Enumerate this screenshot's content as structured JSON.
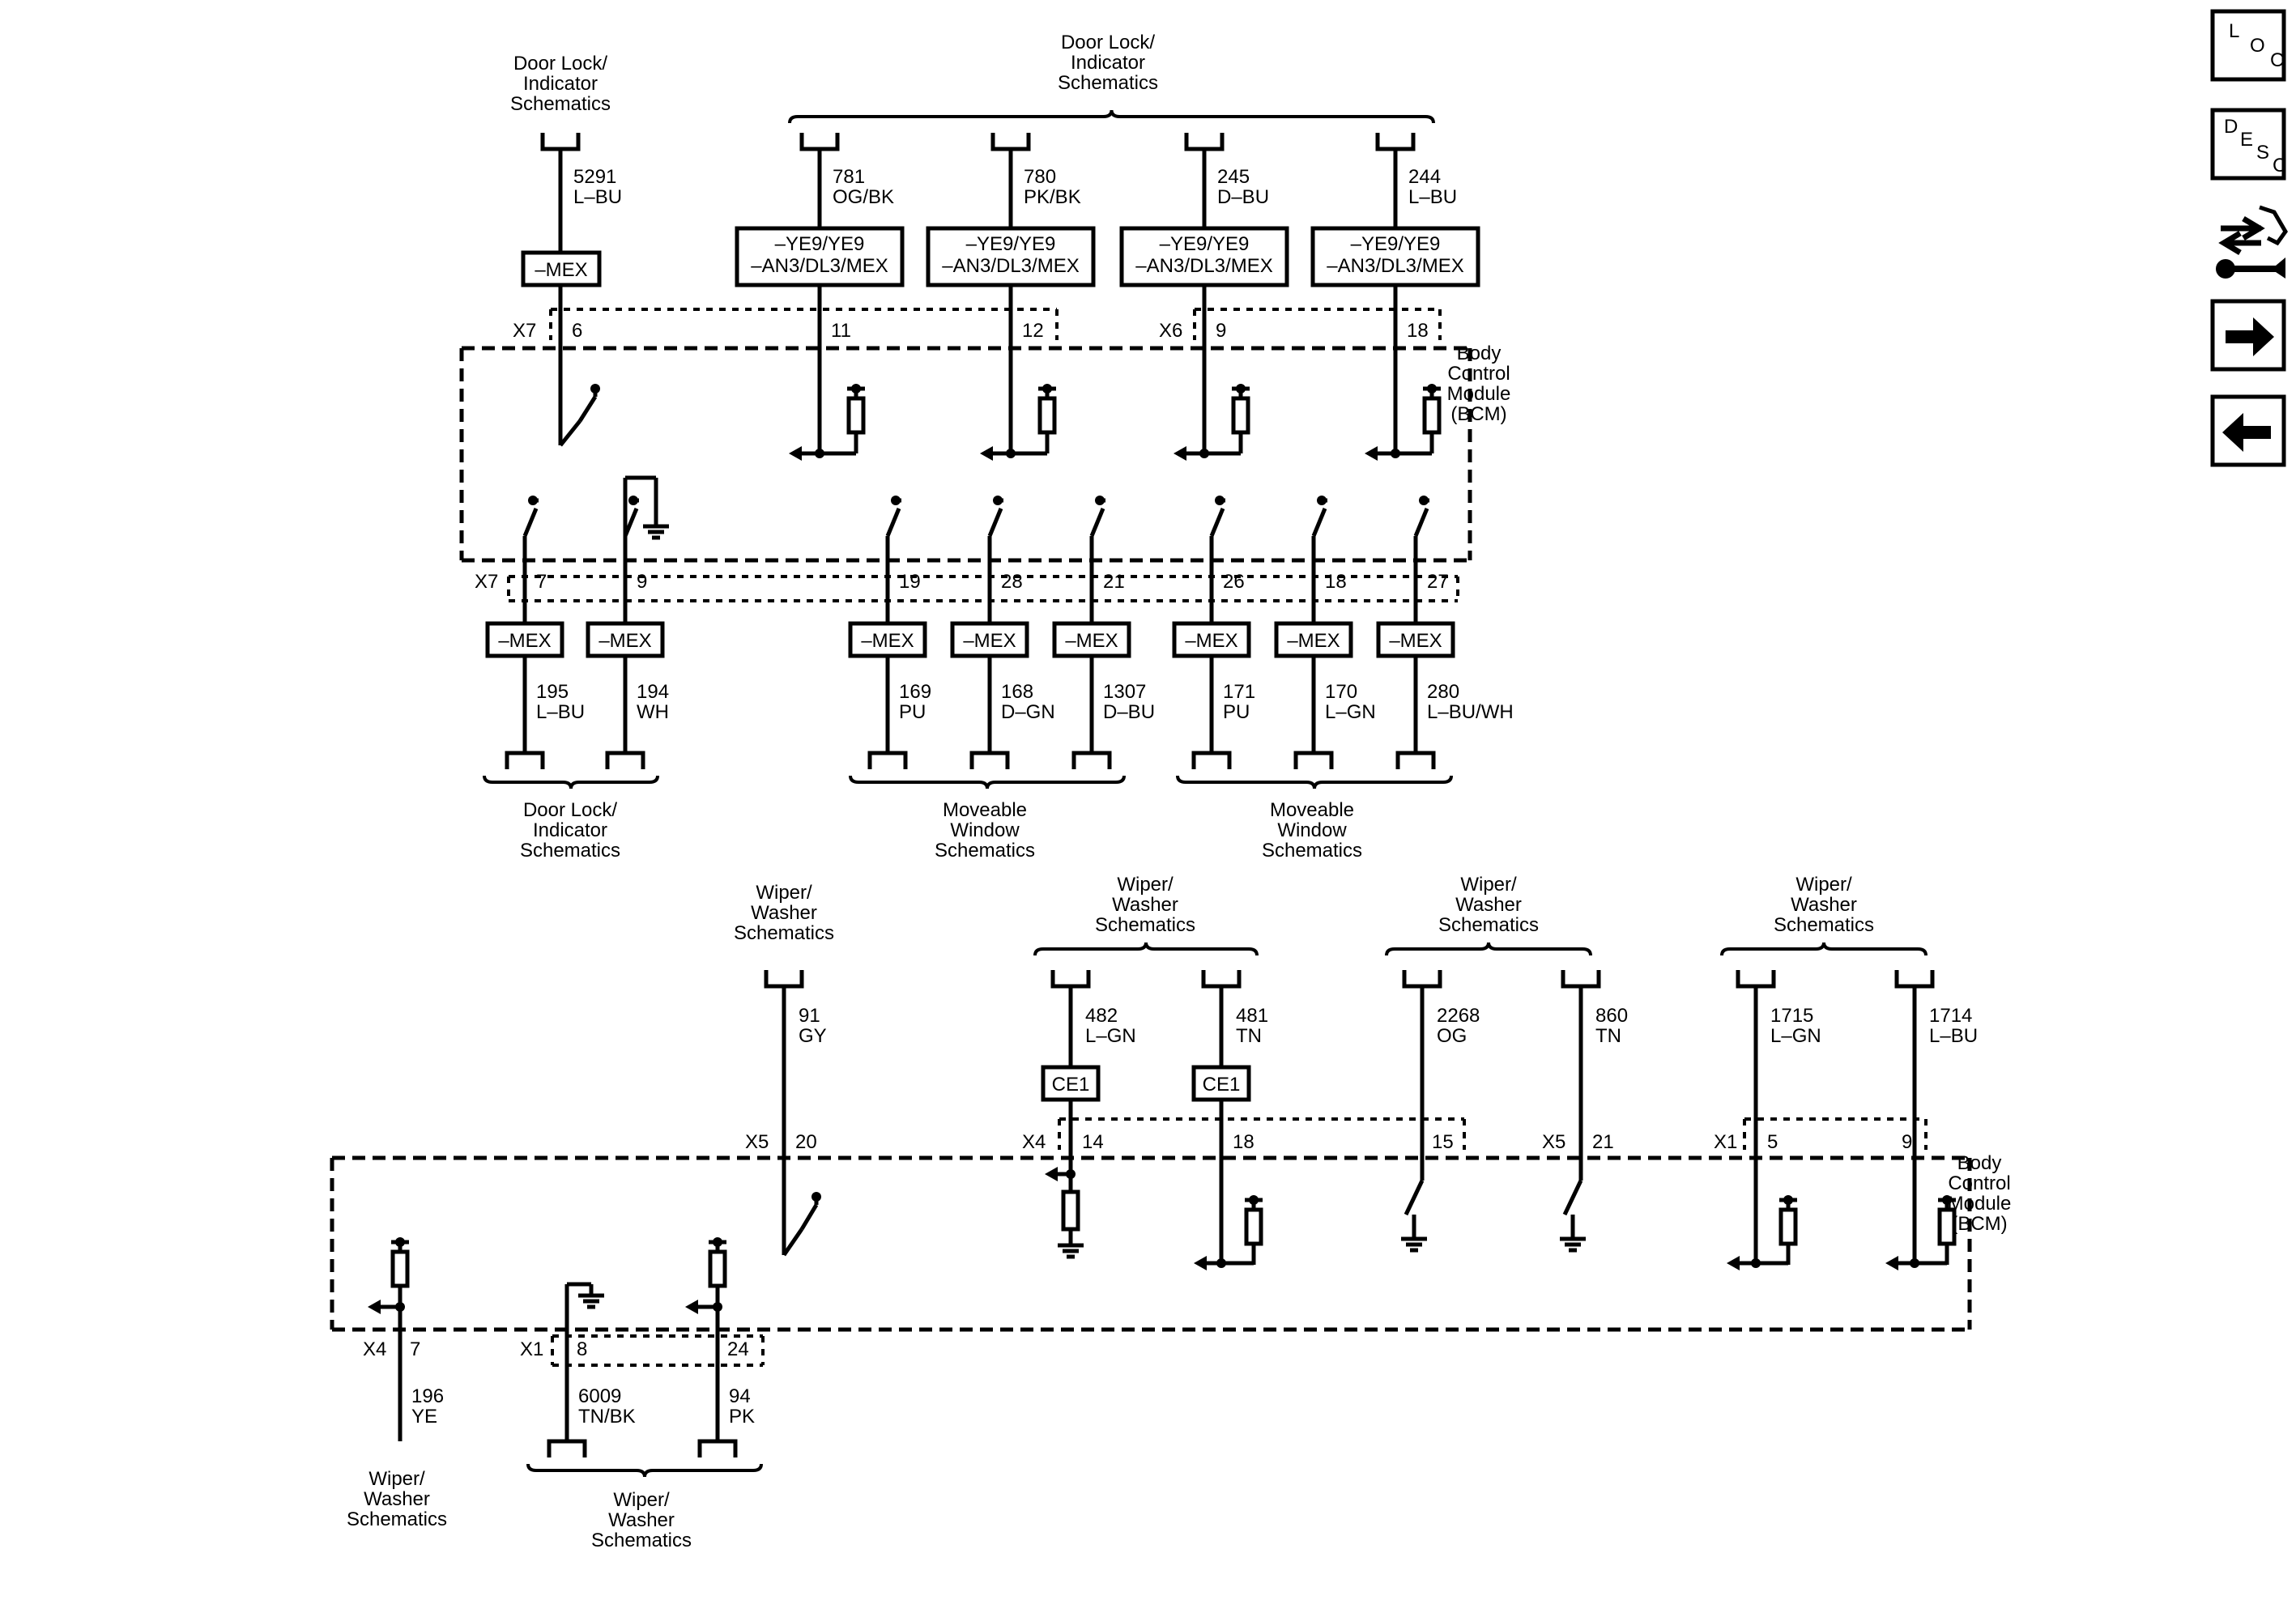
{
  "labels": {
    "door_lock": [
      "Door Lock/",
      "Indicator",
      "Schematics"
    ],
    "moveable_window": [
      "Moveable",
      "Window",
      "Schematics"
    ],
    "wiper_washer": [
      "Wiper/",
      "Washer",
      "Schematics"
    ],
    "bcm": [
      "Body",
      "Control",
      "Module",
      "(BCM)"
    ]
  },
  "option_codes": {
    "mex": "–MEX",
    "ye9_line1": "–YE9/YE9",
    "ye9_line2": "–AN3/DL3/MEX",
    "ce1": "CE1"
  },
  "top_inputs": [
    {
      "circuit": "5291",
      "color": "L–BU",
      "connector": "X7",
      "pin": "6"
    },
    {
      "circuit": "781",
      "color": "OG/BK",
      "connector": "",
      "pin": "11"
    },
    {
      "circuit": "780",
      "color": "PK/BK",
      "connector": "",
      "pin": "12"
    },
    {
      "circuit": "245",
      "color": "D–BU",
      "connector": "X6",
      "pin": "9"
    },
    {
      "circuit": "244",
      "color": "L–BU",
      "connector": "",
      "pin": "18"
    }
  ],
  "top_outputs": [
    {
      "circuit": "195",
      "color": "L–BU",
      "connector": "X7",
      "pin": "7"
    },
    {
      "circuit": "194",
      "color": "WH",
      "connector": "",
      "pin": "9"
    },
    {
      "circuit": "169",
      "color": "PU",
      "connector": "",
      "pin": "19"
    },
    {
      "circuit": "168",
      "color": "D–GN",
      "connector": "",
      "pin": "28"
    },
    {
      "circuit": "1307",
      "color": "D–BU",
      "connector": "",
      "pin": "21"
    },
    {
      "circuit": "171",
      "color": "PU",
      "connector": "",
      "pin": "26"
    },
    {
      "circuit": "170",
      "color": "L–GN",
      "connector": "",
      "pin": "18"
    },
    {
      "circuit": "280",
      "color": "L–BU/WH",
      "connector": "",
      "pin": "27"
    }
  ],
  "bottom_inputs": [
    {
      "circuit": "91",
      "color": "GY",
      "connector": "X5",
      "pin": "20"
    },
    {
      "circuit": "482",
      "color": "L–GN",
      "connector": "X4",
      "pin": "14"
    },
    {
      "circuit": "481",
      "color": "TN",
      "connector": "",
      "pin": "18"
    },
    {
      "circuit": "2268",
      "color": "OG",
      "connector": "",
      "pin": "15"
    },
    {
      "circuit": "860",
      "color": "TN",
      "connector": "X5",
      "pin": "21"
    },
    {
      "circuit": "1715",
      "color": "L–GN",
      "connector": "X1",
      "pin": "5"
    },
    {
      "circuit": "1714",
      "color": "L–BU",
      "connector": "",
      "pin": "9"
    }
  ],
  "bottom_outputs": [
    {
      "circuit": "196",
      "color": "YE",
      "connector": "X4",
      "pin": "7"
    },
    {
      "circuit": "6009",
      "color": "TN/BK",
      "connector": "X1",
      "pin": "8"
    },
    {
      "circuit": "94",
      "color": "PK",
      "connector": "",
      "pin": "24"
    }
  ],
  "nav": {
    "loc": [
      "L",
      "O",
      "C"
    ],
    "desc": [
      "D",
      "E",
      "S",
      "C"
    ],
    "icons": [
      "connector-tools-icon",
      "arrow-right-icon",
      "arrow-left-icon"
    ]
  }
}
